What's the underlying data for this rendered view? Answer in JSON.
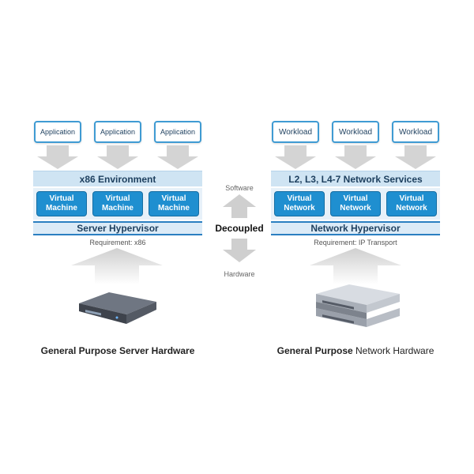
{
  "left": {
    "top_boxes": [
      "Application",
      "Application",
      "Application"
    ],
    "env_label": "x86 Environment",
    "modules": [
      {
        "line1": "Virtual",
        "line2": "Machine"
      },
      {
        "line1": "Virtual",
        "line2": "Machine"
      },
      {
        "line1": "Virtual",
        "line2": "Machine"
      }
    ],
    "hypervisor": "Server Hypervisor",
    "requirement": "Requirement: x86",
    "caption_bold": "General Purpose Server Hardware",
    "caption_rest": ""
  },
  "right": {
    "top_boxes": [
      "Workload",
      "Workload",
      "Workload"
    ],
    "env_label": "L2, L3, L4-7 Network Services",
    "modules": [
      {
        "line1": "Virtual",
        "line2": "Network"
      },
      {
        "line1": "Virtual",
        "line2": "Network"
      },
      {
        "line1": "Virtual",
        "line2": "Network"
      }
    ],
    "hypervisor": "Network Hypervisor",
    "requirement": "Requirement: IP Transport",
    "caption_bold": "General Purpose",
    "caption_rest": " Network Hardware"
  },
  "center": {
    "software": "Software",
    "decoupled": "Decoupled",
    "hardware": "Hardware"
  },
  "colors": {
    "module_blue": "#1f8fd0",
    "box_border": "#3f9bd3",
    "env_bar": "#cfe4f3",
    "arrow_gray": "#d2d2d2"
  }
}
